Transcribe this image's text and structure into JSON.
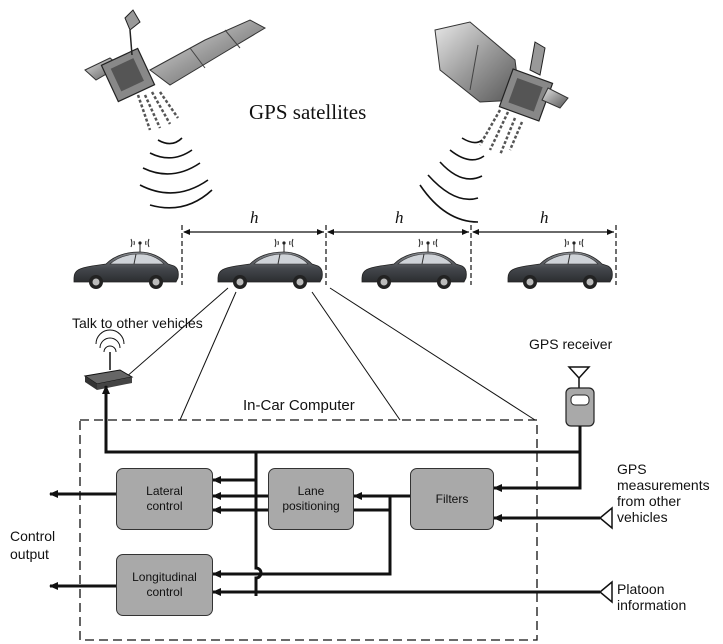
{
  "title": "GPS satellites",
  "spacing_label": "h",
  "labels": {
    "talk": "Talk to other vehicles",
    "gps_receiver": "GPS receiver",
    "in_car_computer": "In-Car Computer",
    "control_output": "Control\noutput",
    "gps_measurements": "GPS\nmeasurements\nfrom other\nvehicles",
    "platoon": "Platoon\ninformation"
  },
  "blocks": {
    "lateral": "Lateral\ncontrol",
    "lane": "Lane\npositioning",
    "filters": "Filters",
    "longitudinal": "Longitudinal\ncontrol"
  },
  "colors": {
    "block_fill": "#a9a9a9",
    "car_body": "#4a4d52",
    "line": "#111111"
  }
}
